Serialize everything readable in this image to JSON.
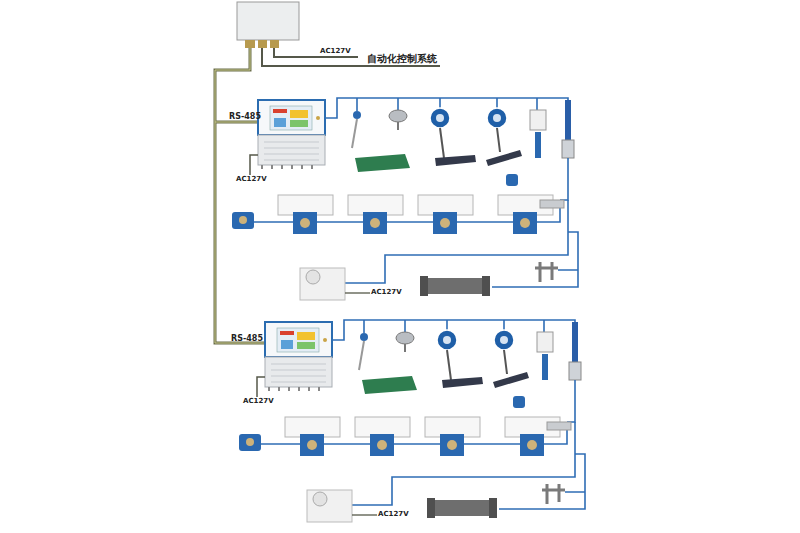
{
  "diagram": {
    "labels": [
      "AC127V",
      "自动化控制系统",
      "RS-485",
      "AC127V",
      "AC127V",
      "RS-485",
      "AC127V",
      "AC127V"
    ]
  }
}
